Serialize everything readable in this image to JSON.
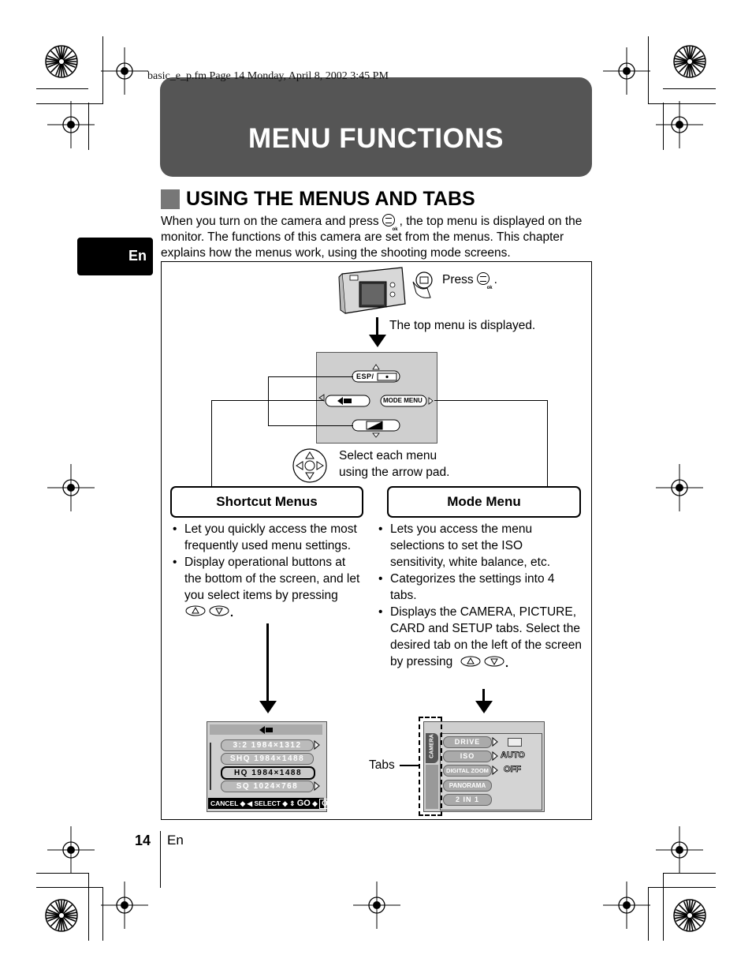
{
  "print_header": "basic_e_p.fm  Page 14  Monday, April 8, 2002  3:45 PM",
  "chapter_title": "MENU FUNCTIONS",
  "language_tab": "En",
  "section_title": "USING THE MENUS AND TABS",
  "intro": {
    "before_icon": "When you turn on the camera and press",
    "after_icon": ", the top menu is displayed on the monitor. The functions of this camera are set from the menus. This chapter explains how the menus work, using the shooting mode screens."
  },
  "diagram": {
    "press_label": "Press",
    "top_menu_label": "The top menu is displayed.",
    "top_menu_screen": {
      "up_button": "ESP/",
      "right_button": "MODE MENU"
    },
    "arrow_pad_label": [
      "Select each menu",
      "using the arrow pad."
    ],
    "shortcut": {
      "title": "Shortcut Menus",
      "bullets": [
        [
          "Let you quickly access the most",
          "frequently used menu settings."
        ],
        [
          "Display operational buttons at",
          "the bottom of the screen, and let",
          "you select items by pressing"
        ]
      ],
      "screen": {
        "rows": [
          "3:2  1984×1312",
          "SHQ  1984×1488",
          "HQ  1984×1488",
          "SQ  1024×768"
        ],
        "bar": [
          "CANCEL",
          "SELECT",
          "GO",
          "OK"
        ]
      }
    },
    "mode": {
      "title": "Mode Menu",
      "bullets": [
        [
          "Lets you access the menu",
          "selections to set the ISO",
          "sensitivity, white balance, etc."
        ],
        [
          "Categorizes the settings into 4",
          "tabs."
        ],
        [
          "Displays the CAMERA, PICTURE,",
          "CARD and SETUP tabs. Select the",
          "desired tab on the left of the screen",
          "by pressing"
        ]
      ],
      "tabs_label": "Tabs",
      "screen": {
        "tab_text": "CAMERA",
        "items": [
          "DRIVE",
          "ISO",
          "DIGITAL ZOOM",
          "PANORAMA",
          "2 IN 1"
        ],
        "values": [
          "",
          "AUTO",
          "OFF",
          "",
          ""
        ]
      }
    }
  },
  "footer": {
    "page_number": "14",
    "lang": "En"
  }
}
